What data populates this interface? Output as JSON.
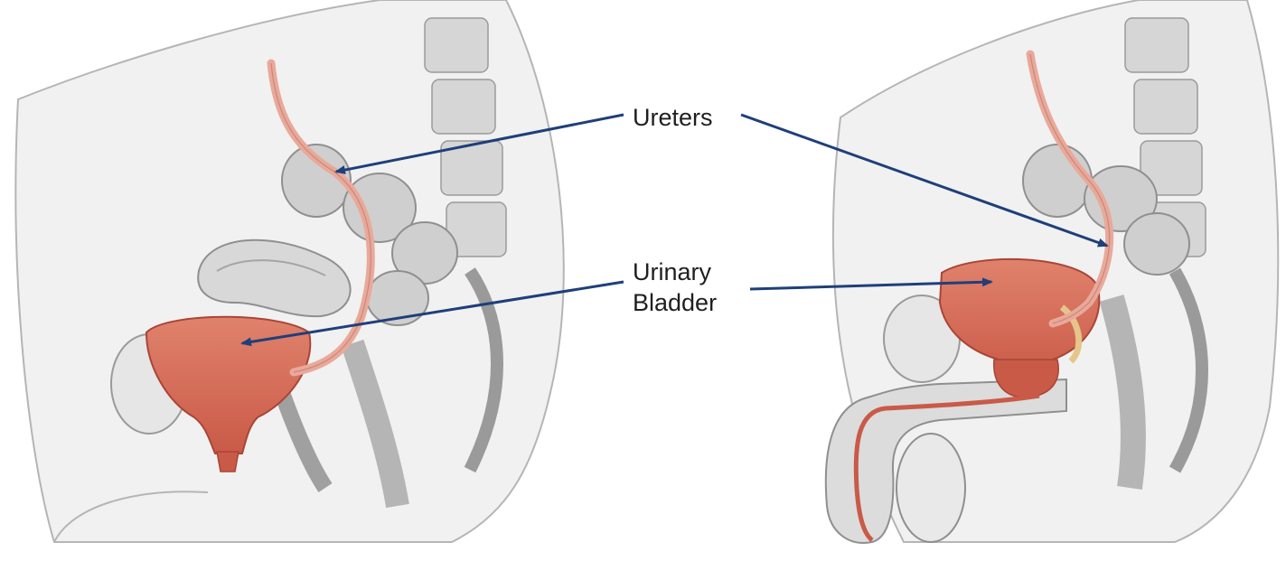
{
  "labels": {
    "ureters": "Ureters",
    "bladder_line1": "Urinary",
    "bladder_line2": "Bladder"
  },
  "colors": {
    "arrow": "#1f3f7a",
    "bladder": "#d9735f",
    "ureter": "#e9a99a",
    "tissue": "#dcdcdc",
    "outline": "#8f8f8f"
  }
}
